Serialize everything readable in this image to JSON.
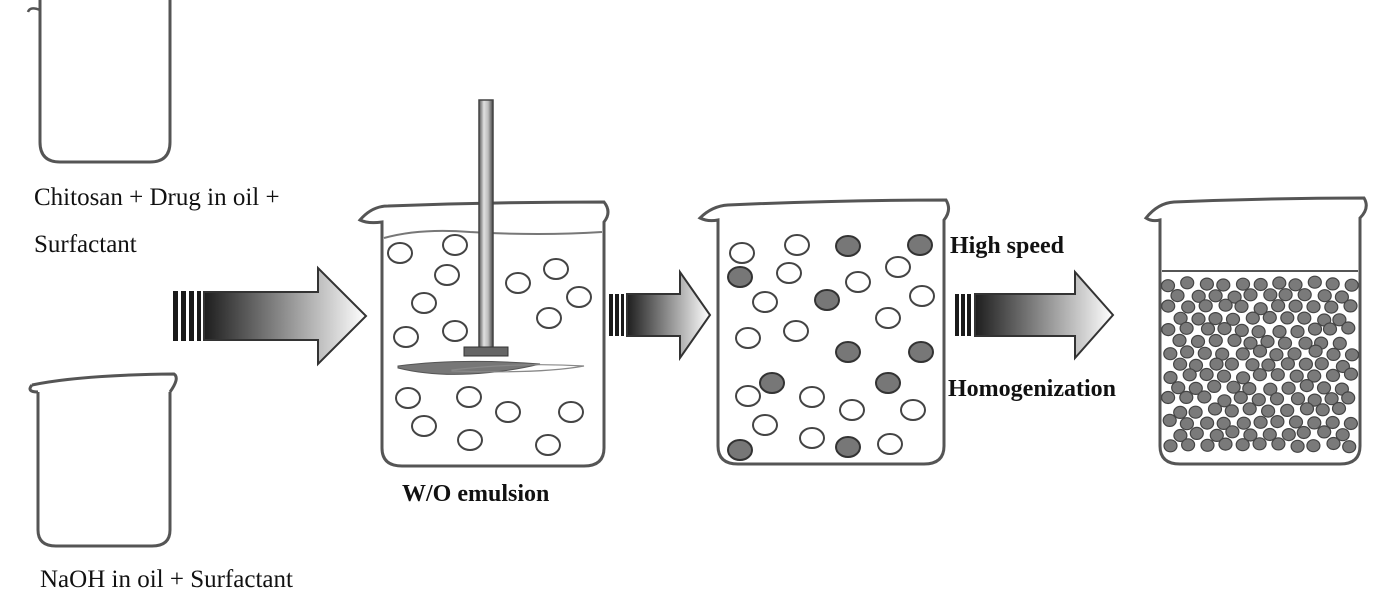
{
  "labels": {
    "chitosan_line1": "Chitosan + Drug in oil +",
    "chitosan_line2": "Surfactant",
    "naoh": "NaOH in oil + Surfactant",
    "wo_emulsion": "W/O emulsion",
    "high_speed": "High speed",
    "homogenization": "Homogenization"
  },
  "colors": {
    "outline": "#555555",
    "light_droplet": "#ffffff",
    "dark_droplet": "#777777",
    "final_particle": "#7a7a7a",
    "arrow_dark": "#222222",
    "arrow_light": "#ffffff"
  }
}
